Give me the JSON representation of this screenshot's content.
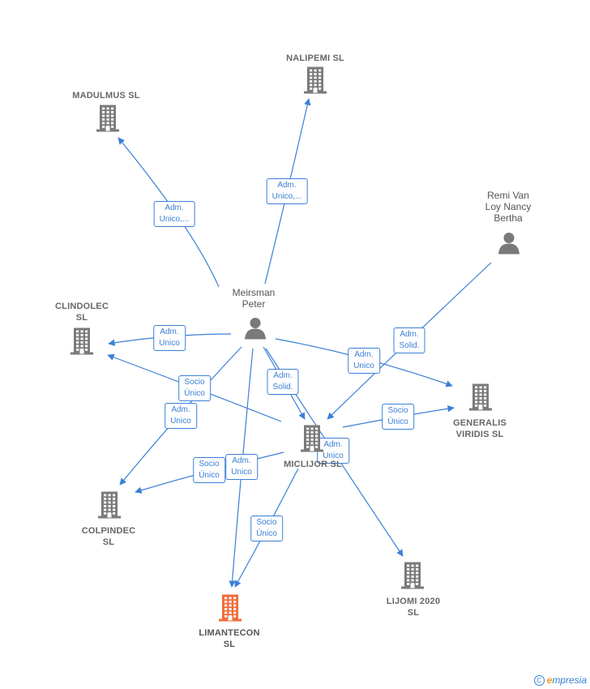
{
  "colors": {
    "edge": "#3a7fd5",
    "icon": "#7a7a7a",
    "highlight": "#f26b3a"
  },
  "nodes": [
    {
      "id": "nalipemi",
      "label": "NALIPEMI SL",
      "type": "company"
    },
    {
      "id": "madulmus",
      "label": "MADULMUS  SL",
      "type": "company"
    },
    {
      "id": "remi",
      "label": "Remi Van\nLoy Nancy\nBertha",
      "type": "person"
    },
    {
      "id": "meirsman",
      "label": "Meirsman\nPeter",
      "type": "person"
    },
    {
      "id": "clindolec",
      "label": "CLINDOLEC\nSL",
      "type": "company"
    },
    {
      "id": "generalis",
      "label": "GENERALIS\nVIRIDIS  SL",
      "type": "company"
    },
    {
      "id": "miclijor",
      "label": "MICLIJOR  SL",
      "type": "company"
    },
    {
      "id": "colpindec",
      "label": "COLPINDEC\nSL",
      "type": "company"
    },
    {
      "id": "lijomi",
      "label": "LIJOMI 2020\nSL",
      "type": "company"
    },
    {
      "id": "limantecon",
      "label": "LIMANTECON\nSL",
      "type": "company",
      "highlight": true
    }
  ],
  "edges": [
    {
      "from": "meirsman",
      "to": "madulmus",
      "label": "Adm.\nUnico,..."
    },
    {
      "from": "meirsman",
      "to": "nalipemi",
      "label": "Adm.\nUnico,..."
    },
    {
      "from": "meirsman",
      "to": "clindolec",
      "label": "Adm.\nUnico"
    },
    {
      "from": "meirsman",
      "to": "generalis",
      "label": "Adm.\nUnico"
    },
    {
      "from": "meirsman",
      "to": "miclijor",
      "label": "Adm.\nSolid."
    },
    {
      "from": "meirsman",
      "to": "colpindec",
      "label": "Adm.\nUnico"
    },
    {
      "from": "meirsman",
      "to": "limantecon",
      "label": "Adm.\nUnico"
    },
    {
      "from": "meirsman",
      "to": "lijomi",
      "label": "Adm.\nUnico"
    },
    {
      "from": "remi",
      "to": "miclijor",
      "label": "Adm.\nSolid."
    },
    {
      "from": "miclijor",
      "to": "clindolec",
      "label": "Socio\nÚnico"
    },
    {
      "from": "miclijor",
      "to": "generalis",
      "label": "Socio\nÚnico"
    },
    {
      "from": "miclijor",
      "to": "colpindec",
      "label": "Socio\nÚnico"
    },
    {
      "from": "miclijor",
      "to": "limantecon",
      "label": "Socio\nÚnico"
    }
  ],
  "footer": {
    "copyright_symbol": "C",
    "brand_initial": "e",
    "brand_rest": "mpresia"
  }
}
